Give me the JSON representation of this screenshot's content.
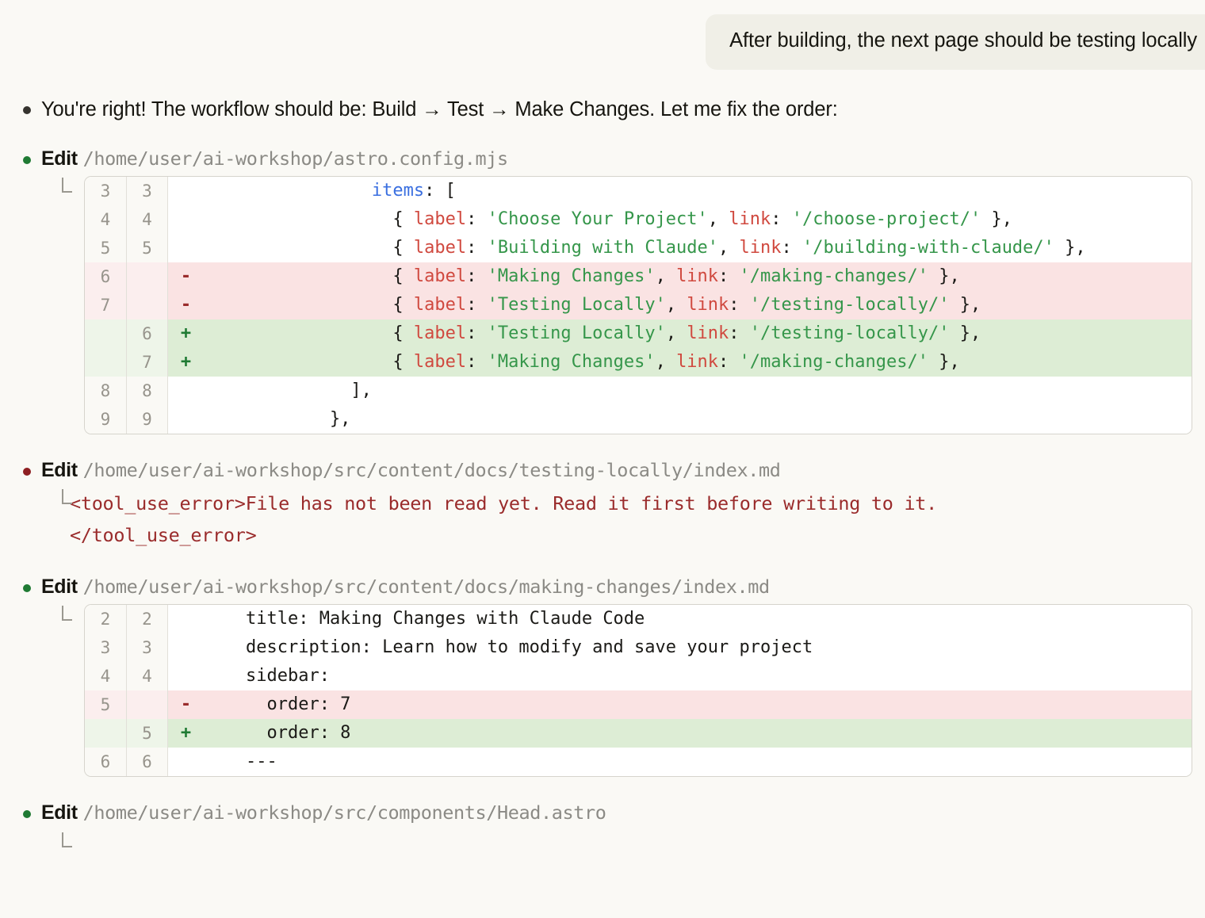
{
  "user_message": {
    "text": "After building, the next page should be testing locally"
  },
  "assistant": {
    "intro": "You're right! The workflow should be: Build → Test → Make Changes. Let me fix the order:",
    "tool_label": "Edit"
  },
  "tools": [
    {
      "name": "Edit",
      "path": "/home/user/ai-workshop/astro.config.mjs",
      "status": "ok"
    },
    {
      "name": "Edit",
      "path": "/home/user/ai-workshop/src/content/docs/testing-locally/index.md",
      "status": "error"
    },
    {
      "name": "Edit",
      "path": "/home/user/ai-workshop/src/content/docs/making-changes/index.md",
      "status": "ok"
    },
    {
      "name": "Edit",
      "path": "/home/user/ai-workshop/src/components/Head.astro",
      "status": "ok"
    }
  ],
  "error_message": "<tool_use_error>File has not been read yet. Read it first before writing to it.\n</tool_use_error>",
  "diff_config": {
    "rows": [
      {
        "type": "ctx",
        "old": "3",
        "new": "3",
        "marker": "",
        "tokens": [
          {
            "t": "                ",
            "c": "s-pun"
          },
          {
            "t": "items",
            "c": "s-key"
          },
          {
            "t": ": [",
            "c": "s-pun"
          }
        ]
      },
      {
        "type": "ctx",
        "old": "4",
        "new": "4",
        "marker": "",
        "tokens": [
          {
            "t": "                  { ",
            "c": "s-pun"
          },
          {
            "t": "label",
            "c": "s-prop"
          },
          {
            "t": ": ",
            "c": "s-pun"
          },
          {
            "t": "'Choose Your Project'",
            "c": "s-str"
          },
          {
            "t": ", ",
            "c": "s-pun"
          },
          {
            "t": "link",
            "c": "s-prop"
          },
          {
            "t": ": ",
            "c": "s-pun"
          },
          {
            "t": "'/choose-project/'",
            "c": "s-str"
          },
          {
            "t": " },",
            "c": "s-pun"
          }
        ]
      },
      {
        "type": "ctx",
        "old": "5",
        "new": "5",
        "marker": "",
        "tokens": [
          {
            "t": "                  { ",
            "c": "s-pun"
          },
          {
            "t": "label",
            "c": "s-prop"
          },
          {
            "t": ": ",
            "c": "s-pun"
          },
          {
            "t": "'Building with Claude'",
            "c": "s-str"
          },
          {
            "t": ", ",
            "c": "s-pun"
          },
          {
            "t": "link",
            "c": "s-prop"
          },
          {
            "t": ": ",
            "c": "s-pun"
          },
          {
            "t": "'/building-with-claude/'",
            "c": "s-str"
          },
          {
            "t": " },",
            "c": "s-pun"
          }
        ]
      },
      {
        "type": "del",
        "old": "6",
        "new": "",
        "marker": "-",
        "tokens": [
          {
            "t": "                  { ",
            "c": "s-pun"
          },
          {
            "t": "label",
            "c": "s-prop"
          },
          {
            "t": ": ",
            "c": "s-pun"
          },
          {
            "t": "'Making Changes'",
            "c": "s-str"
          },
          {
            "t": ", ",
            "c": "s-pun"
          },
          {
            "t": "link",
            "c": "s-prop"
          },
          {
            "t": ": ",
            "c": "s-pun"
          },
          {
            "t": "'/making-changes/'",
            "c": "s-str"
          },
          {
            "t": " },",
            "c": "s-pun"
          }
        ]
      },
      {
        "type": "del",
        "old": "7",
        "new": "",
        "marker": "-",
        "tokens": [
          {
            "t": "                  { ",
            "c": "s-pun"
          },
          {
            "t": "label",
            "c": "s-prop"
          },
          {
            "t": ": ",
            "c": "s-pun"
          },
          {
            "t": "'Testing Locally'",
            "c": "s-str"
          },
          {
            "t": ", ",
            "c": "s-pun"
          },
          {
            "t": "link",
            "c": "s-prop"
          },
          {
            "t": ": ",
            "c": "s-pun"
          },
          {
            "t": "'/testing-locally/'",
            "c": "s-str"
          },
          {
            "t": " },",
            "c": "s-pun"
          }
        ]
      },
      {
        "type": "add",
        "old": "",
        "new": "6",
        "marker": "+",
        "tokens": [
          {
            "t": "                  { ",
            "c": "s-pun"
          },
          {
            "t": "label",
            "c": "s-prop"
          },
          {
            "t": ": ",
            "c": "s-pun"
          },
          {
            "t": "'Testing Locally'",
            "c": "s-str"
          },
          {
            "t": ", ",
            "c": "s-pun"
          },
          {
            "t": "link",
            "c": "s-prop"
          },
          {
            "t": ": ",
            "c": "s-pun"
          },
          {
            "t": "'/testing-locally/'",
            "c": "s-str"
          },
          {
            "t": " },",
            "c": "s-pun"
          }
        ]
      },
      {
        "type": "add",
        "old": "",
        "new": "7",
        "marker": "+",
        "tokens": [
          {
            "t": "                  { ",
            "c": "s-pun"
          },
          {
            "t": "label",
            "c": "s-prop"
          },
          {
            "t": ": ",
            "c": "s-pun"
          },
          {
            "t": "'Making Changes'",
            "c": "s-str"
          },
          {
            "t": ", ",
            "c": "s-pun"
          },
          {
            "t": "link",
            "c": "s-prop"
          },
          {
            "t": ": ",
            "c": "s-pun"
          },
          {
            "t": "'/making-changes/'",
            "c": "s-str"
          },
          {
            "t": " },",
            "c": "s-pun"
          }
        ]
      },
      {
        "type": "ctx",
        "old": "8",
        "new": "8",
        "marker": "",
        "tokens": [
          {
            "t": "              ],",
            "c": "s-pun"
          }
        ]
      },
      {
        "type": "ctx",
        "old": "9",
        "new": "9",
        "marker": "",
        "tokens": [
          {
            "t": "            },",
            "c": "s-pun"
          }
        ]
      }
    ]
  },
  "diff_making_changes": {
    "rows": [
      {
        "type": "ctx",
        "old": "2",
        "new": "2",
        "marker": "",
        "tokens": [
          {
            "t": "    title: Making Changes with Claude Code",
            "c": "s-pun"
          }
        ]
      },
      {
        "type": "ctx",
        "old": "3",
        "new": "3",
        "marker": "",
        "tokens": [
          {
            "t": "    description: Learn how to modify and save your project",
            "c": "s-pun"
          }
        ]
      },
      {
        "type": "ctx",
        "old": "4",
        "new": "4",
        "marker": "",
        "tokens": [
          {
            "t": "    sidebar:",
            "c": "s-pun"
          }
        ]
      },
      {
        "type": "del",
        "old": "5",
        "new": "",
        "marker": "-",
        "tokens": [
          {
            "t": "      order: 7",
            "c": "s-pun"
          }
        ]
      },
      {
        "type": "add",
        "old": "",
        "new": "5",
        "marker": "+",
        "tokens": [
          {
            "t": "      order: 8",
            "c": "s-pun"
          }
        ]
      },
      {
        "type": "ctx",
        "old": "6",
        "new": "6",
        "marker": "",
        "tokens": [
          {
            "t": "    ---",
            "c": "s-pun"
          }
        ]
      }
    ]
  },
  "colors": {
    "page_bg": "#faf9f5",
    "bubble_bg": "#f0efe7",
    "ok_dot": "#1f7a33",
    "error_dot": "#8e1f22",
    "neutral_dot": "#35332e",
    "diff_add_bg": "#ddedd5",
    "diff_del_bg": "#fae3e3",
    "error_text": "#9a2b2b"
  }
}
